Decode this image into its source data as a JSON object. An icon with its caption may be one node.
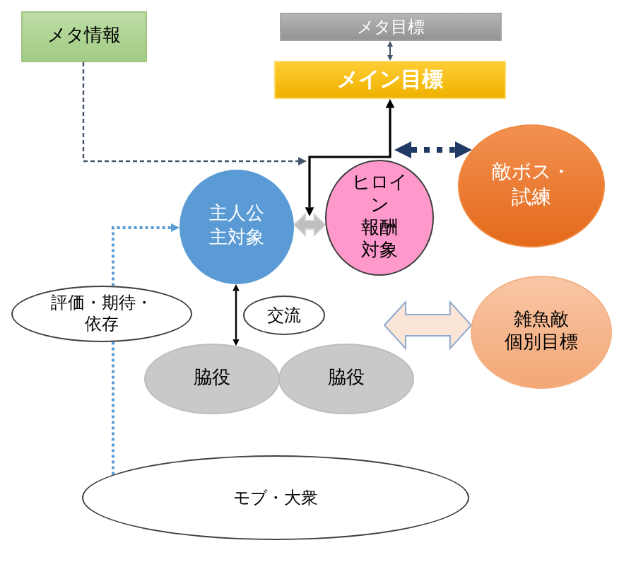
{
  "diagram": {
    "nodes": [
      {
        "text": [
          "メタ情報"
        ]
      },
      {
        "text": [
          "メタ目標"
        ]
      },
      {
        "text": [
          "メイン目標"
        ]
      },
      {
        "text": [
          "主人公主対象"
        ]
      },
      {
        "text": [
          "ヒロイン",
          "報酬対象"
        ]
      },
      {
        "text": [
          "敵ボス・試練"
        ]
      },
      {
        "text": [
          "評価・期待・依存"
        ]
      },
      {
        "text": [
          "交流"
        ]
      },
      {
        "text": [
          "脇役"
        ]
      },
      {
        "text": [
          "脇役"
        ]
      },
      {
        "text": [
          "雑魚敵",
          "個別目標"
        ]
      },
      {
        "text": [
          "モブ・大衆"
        ]
      }
    ],
    "edges": [
      {
        "from": 1,
        "to": 2,
        "arrow": "both",
        "color": "#44546a"
      },
      {
        "from": 2,
        "to": 4,
        "arrow": "both",
        "color": "#000000"
      },
      {
        "from": 0,
        "to": 3,
        "arrow": "to",
        "style": "dashed",
        "color": "#44546a"
      },
      {
        "from": 4,
        "to": 5,
        "arrow": "both",
        "style": "dashed",
        "color": "#1f3864"
      },
      {
        "from": 3,
        "to": 4,
        "arrow": "both",
        "style": "thick",
        "color": "#bfbfbf"
      },
      {
        "from": 11,
        "to": 6,
        "arrow": "none",
        "style": "dashed",
        "color": "#5b9bd5"
      },
      {
        "from": 6,
        "to": 3,
        "arrow": "to",
        "style": "dashed",
        "color": "#5b9bd5"
      },
      {
        "from": 3,
        "to": 8,
        "arrow": "both",
        "color": "#000000"
      },
      {
        "from": null,
        "to": 10,
        "arrow": "both",
        "style": "thick",
        "color": "#fbe5d6"
      }
    ]
  }
}
